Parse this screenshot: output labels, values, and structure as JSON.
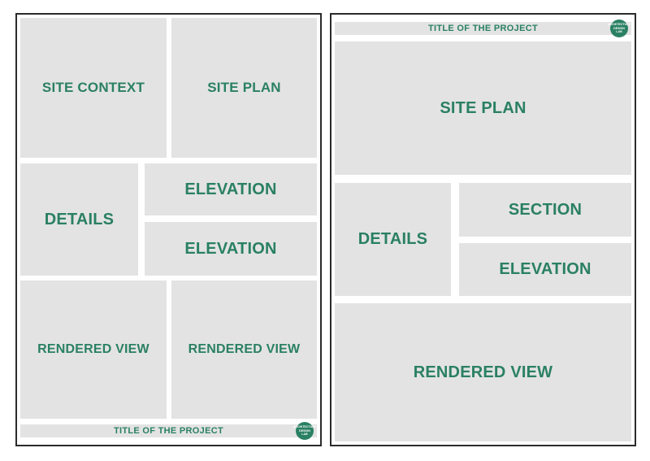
{
  "sheet_left": {
    "site_context": "SITE CONTEXT",
    "site_plan": "SITE PLAN",
    "details": "DETAILS",
    "elevation_1": "ELEVATION",
    "elevation_2": "ELEVATION",
    "rendered_view_1": "RENDERED VIEW",
    "rendered_view_2": "RENDERED VIEW",
    "title": "TITLE OF THE PROJECT",
    "logo_lines": [
      "ARCHITECTURE",
      "DESIGN",
      "LAB"
    ]
  },
  "sheet_right": {
    "title": "TITLE OF THE PROJECT",
    "site_plan": "SITE PLAN",
    "details": "DETAILS",
    "section": "SECTION",
    "elevation": "ELEVATION",
    "rendered_view": "RENDERED VIEW",
    "logo_lines": [
      "ARCHITECTURE",
      "DESIGN",
      "LAB"
    ]
  },
  "colors": {
    "panel": "#e3e3e3",
    "text_accent": "#2a8063",
    "frame": "#2b2b2b"
  }
}
